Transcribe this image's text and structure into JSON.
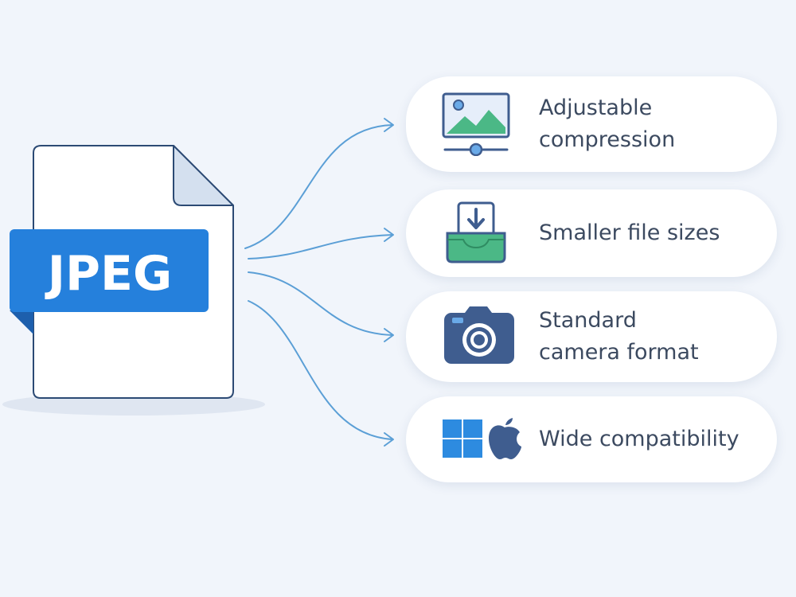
{
  "file": {
    "badge": "JPEG"
  },
  "features": [
    {
      "lines": [
        "Adjustable",
        "compression"
      ],
      "icon": "image-compression-slider-icon"
    },
    {
      "lines": [
        "Smaller file sizes"
      ],
      "icon": "download-tray-icon"
    },
    {
      "lines": [
        "Standard",
        "camera format"
      ],
      "icon": "camera-icon"
    },
    {
      "lines": [
        "Wide compatibility"
      ],
      "icon": "windows-apple-icon"
    }
  ],
  "colors": {
    "background": "#f1f5fb",
    "badge": "#2580dc",
    "arrow": "#5b9fd6",
    "icon_dark": "#3f5d8f",
    "icon_green": "#4bb886",
    "icon_blue": "#2d8be0"
  }
}
